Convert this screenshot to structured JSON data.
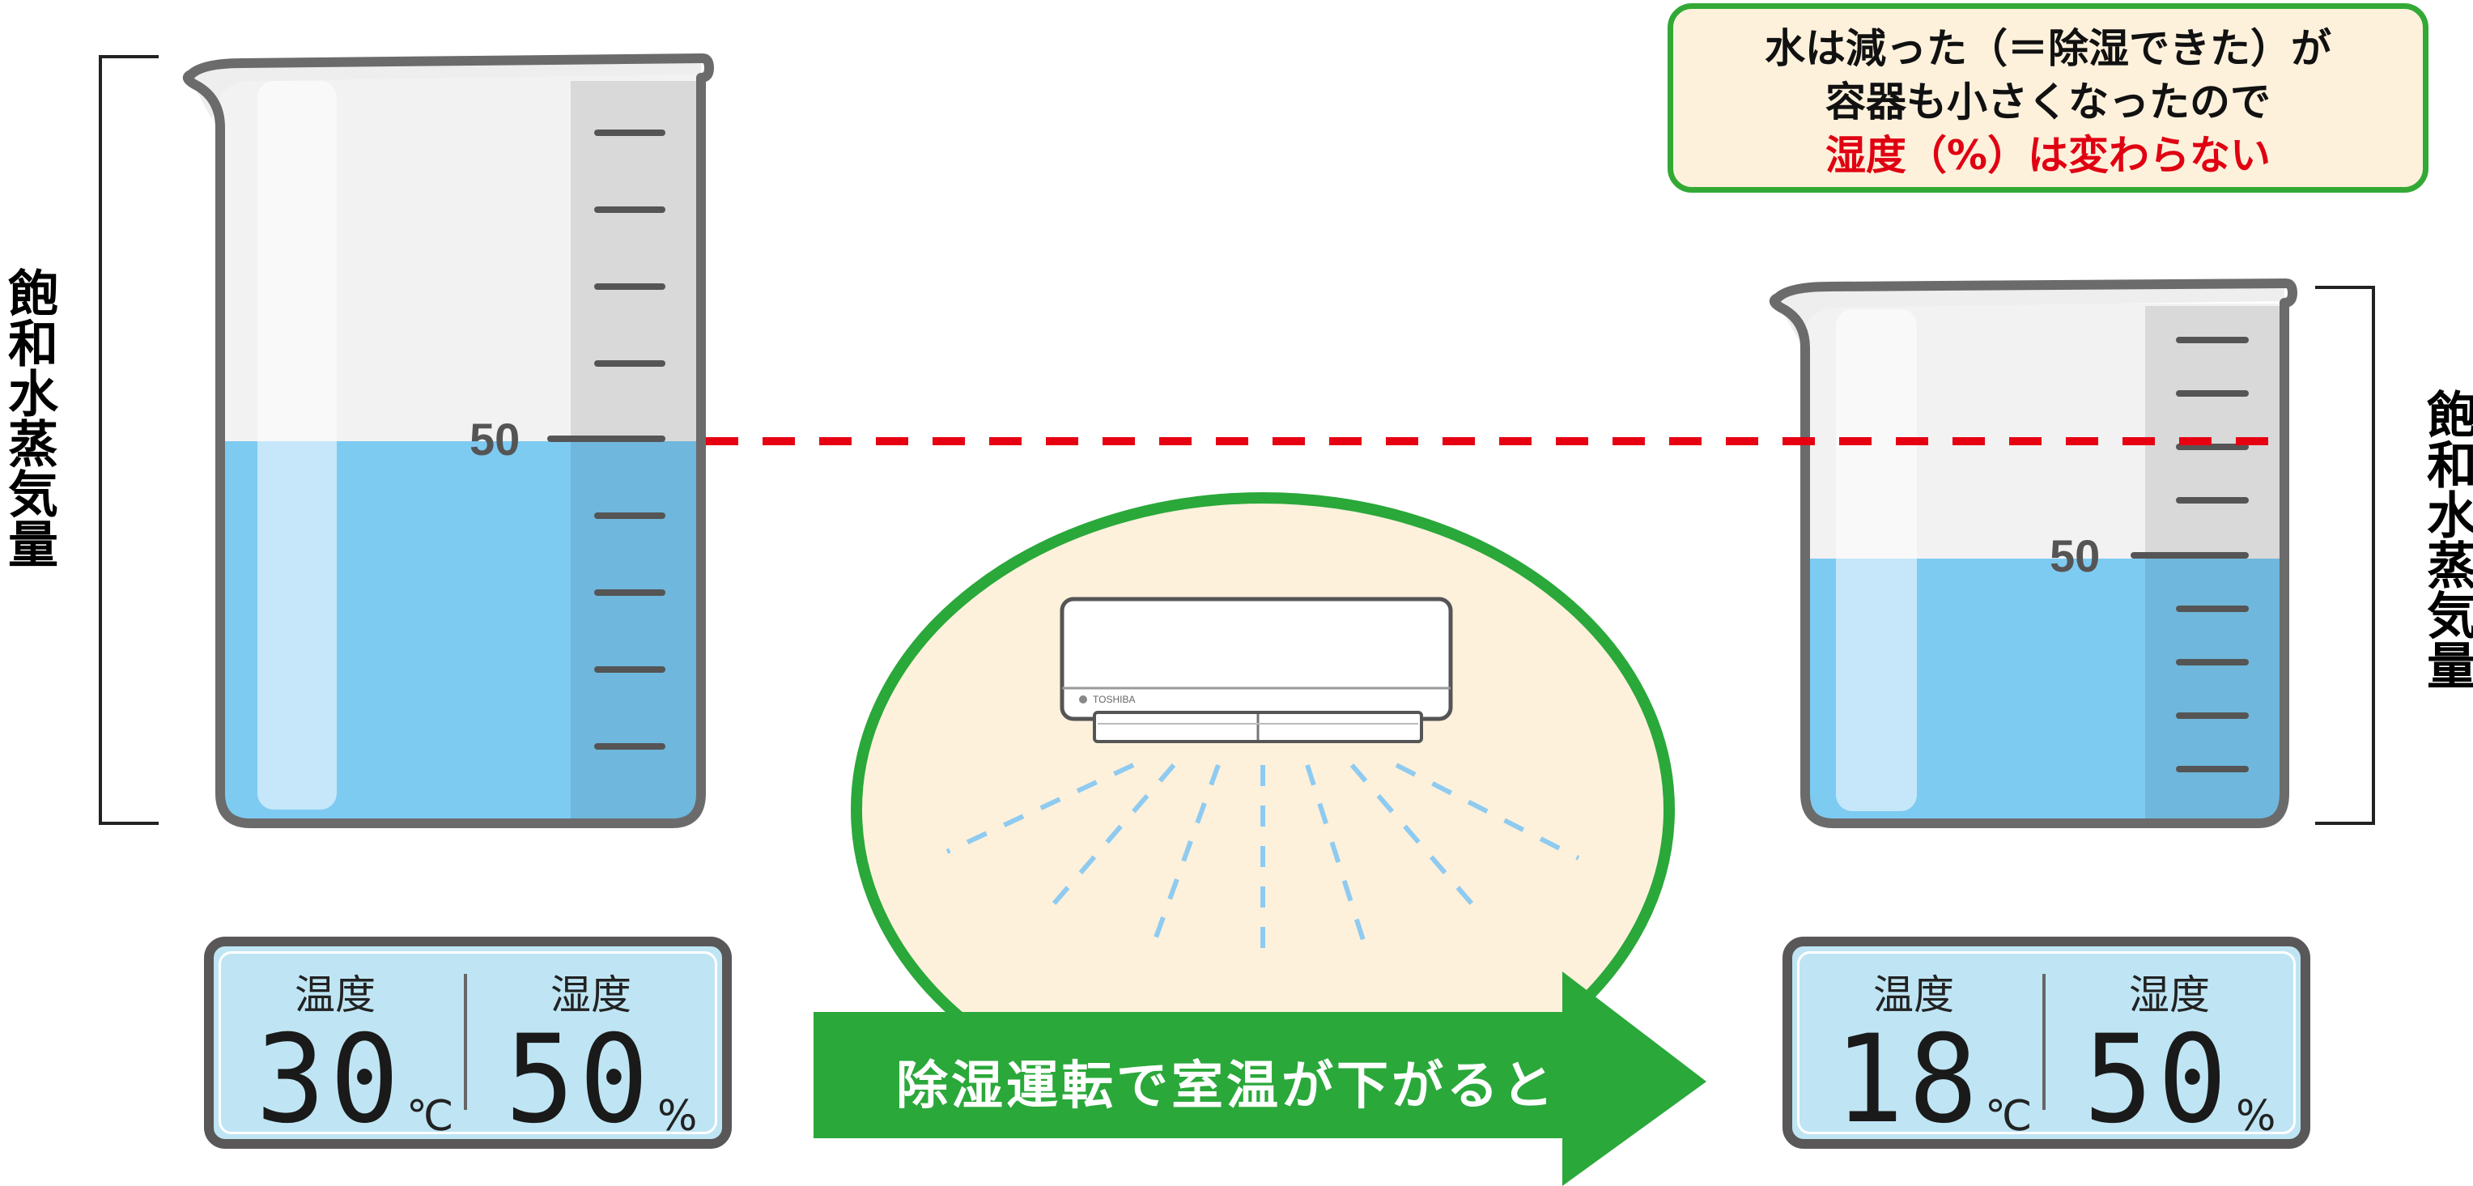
{
  "side_label": "飽和水蒸気量",
  "scale_label": "50",
  "note": {
    "line1": "水は減った（＝除湿できた）が",
    "line2": "容器も小さくなったので",
    "line3": "湿度（%）は変わらない"
  },
  "arrow_label": "除湿運転で室温が下がると",
  "aircon_brand": "TOSHIBA",
  "before": {
    "temp_label": "温度",
    "temp_value": "30",
    "temp_unit": "℃",
    "humid_label": "湿度",
    "humid_value": "50",
    "humid_unit": "%"
  },
  "after": {
    "temp_label": "温度",
    "temp_value": "18",
    "temp_unit": "℃",
    "humid_label": "湿度",
    "humid_value": "50",
    "humid_unit": "%"
  },
  "colors": {
    "water": "#7ecbf2",
    "glass_outline": "#6b6b6b",
    "dashed_line": "#e60012",
    "green": "#2aa83a",
    "ellipse_fill": "#fdf1dc",
    "airflow": "#8fcbf0"
  }
}
